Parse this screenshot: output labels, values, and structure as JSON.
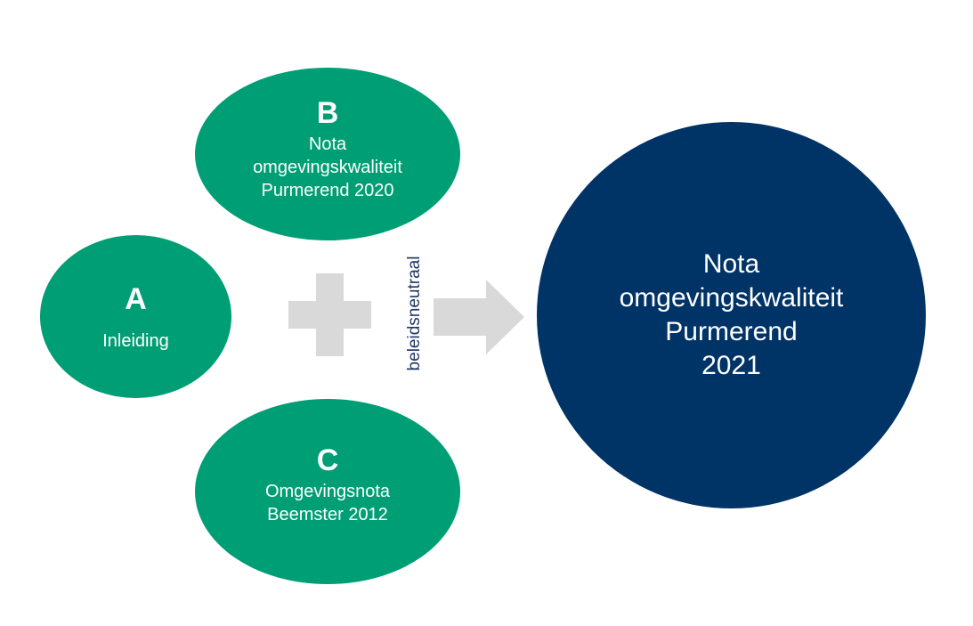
{
  "nodes": {
    "a": {
      "letter": "A",
      "lines": [
        "Inleiding"
      ]
    },
    "b": {
      "letter": "B",
      "lines": [
        "Nota",
        "omgevingskwaliteit",
        "Purmerend 2020"
      ]
    },
    "c": {
      "letter": "C",
      "lines": [
        "Omgevingsnota",
        "Beemster 2012"
      ]
    }
  },
  "result": {
    "lines": [
      "Nota",
      "omgevingskwaliteit",
      "Purmerend",
      "2021"
    ]
  },
  "arrow_label": "beleidsneutraal",
  "colors": {
    "green": "#009e74",
    "navy": "#003366",
    "connector": "#d9d9d9",
    "label": "#1f3864"
  }
}
